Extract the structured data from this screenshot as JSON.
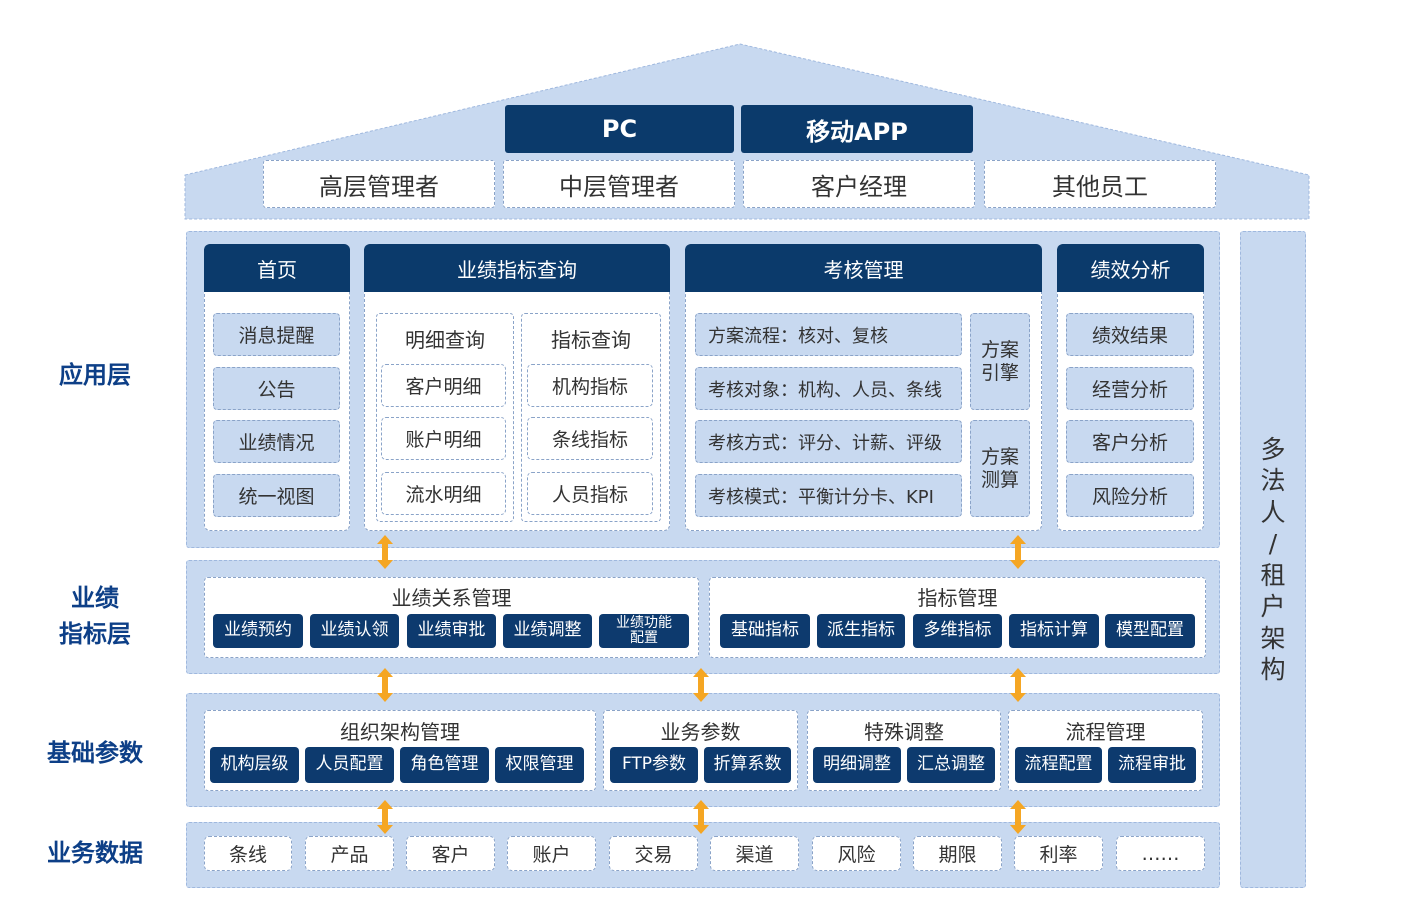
{
  "roof": {
    "channels": [
      "PC",
      "移动APP"
    ],
    "users": [
      "高层管理者",
      "中层管理者",
      "客户经理",
      "其他员工"
    ]
  },
  "labels": {
    "app": "应用层",
    "perf_line1": "业绩",
    "perf_line2": "指标层",
    "base": "基础参数",
    "data": "业务数据"
  },
  "side": {
    "chars": [
      "多",
      "法",
      "人",
      "/",
      "租",
      "户",
      "架",
      "构"
    ]
  },
  "app_layer": {
    "home": {
      "title": "首页",
      "items": [
        "消息提醒",
        "公告",
        "业绩情况",
        "统一视图"
      ]
    },
    "query": {
      "title": "业绩指标查询",
      "detail": {
        "title": "明细查询",
        "items": [
          "客户明细",
          "账户明细",
          "流水明细"
        ]
      },
      "indicator": {
        "title": "指标查询",
        "items": [
          "机构指标",
          "条线指标",
          "人员指标"
        ]
      }
    },
    "assess": {
      "title": "考核管理",
      "items": [
        "方案流程：核对、复核",
        "考核对象：机构、人员、条线",
        "考核方式：评分、计薪、评级",
        "考核模式：平衡计分卡、KPI"
      ],
      "engine": "方案\n引擎",
      "calc": "方案\n测算"
    },
    "analysis": {
      "title": "绩效分析",
      "items": [
        "绩效结果",
        "经营分析",
        "客户分析",
        "风险分析"
      ]
    }
  },
  "perf_layer": {
    "relation": {
      "title": "业绩关系管理",
      "items": [
        "业绩预约",
        "业绩认领",
        "业绩审批",
        "业绩调整",
        "业绩功能\n配置"
      ]
    },
    "indicator": {
      "title": "指标管理",
      "items": [
        "基础指标",
        "派生指标",
        "多维指标",
        "指标计算",
        "模型配置"
      ]
    }
  },
  "base_layer": {
    "org": {
      "title": "组织架构管理",
      "items": [
        "机构层级",
        "人员配置",
        "角色管理",
        "权限管理"
      ]
    },
    "biz": {
      "title": "业务参数",
      "items": [
        "FTP参数",
        "折算系数"
      ]
    },
    "special": {
      "title": "特殊调整",
      "items": [
        "明细调整",
        "汇总调整"
      ]
    },
    "flow": {
      "title": "流程管理",
      "items": [
        "流程配置",
        "流程审批"
      ]
    }
  },
  "data_layer": {
    "items": [
      "条线",
      "产品",
      "客户",
      "账户",
      "交易",
      "渠道",
      "风险",
      "期限",
      "利率",
      "……"
    ]
  },
  "colors": {
    "dark_blue": "#0b3a6b",
    "light_blue": "#c8d9f0",
    "label_blue": "#0d3f87",
    "arrow_orange": "#f5a623"
  }
}
